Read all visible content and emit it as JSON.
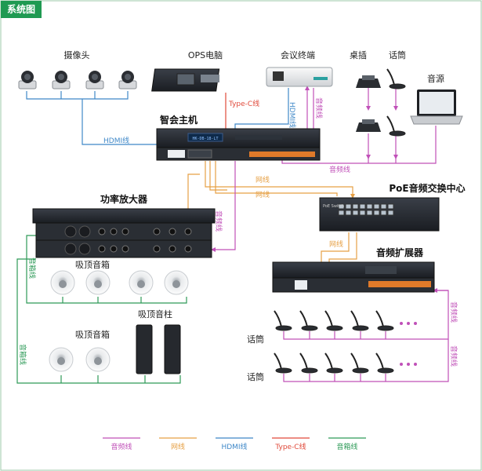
{
  "title": "系统图",
  "colors": {
    "audio": "#c050b8",
    "network": "#e6a045",
    "hdmi": "#3f88c8",
    "typec": "#e0493a",
    "speaker": "#2e9a58",
    "title_bg": "#1f9a52"
  },
  "devices": {
    "camera": "摄像头",
    "ops": "OPS电脑",
    "terminal": "会议终端",
    "desk_socket": "桌插",
    "mic": "话筒",
    "audio_source": "音源",
    "host": "智会主机",
    "amplifier": "功率放大器",
    "poe_switch": "PoE音频交换中心",
    "audio_expander": "音频扩展器",
    "ceiling_speaker_a": "吸顶音箱",
    "ceiling_speaker_b": "吸顶音箱",
    "column_speaker": "吸顶音柱",
    "mic_row_1": "话筒",
    "mic_row_2": "话筒"
  },
  "cable_labels": {
    "hdmi": "HDMI线",
    "typec": "Type-C线",
    "hdmi_terminal": "HDMI线",
    "audio_terminal": "音频线",
    "audio_main": "音频线",
    "network_1": "网线",
    "network_2": "网线",
    "network_3": "网线",
    "audio_amp": "音频线",
    "speaker_1": "音箱线",
    "speaker_2": "音箱线",
    "audio_exp": "音频线",
    "audio_exp2": "音频线"
  },
  "device_text": {
    "poe_brand": "PoE Switch",
    "host_display": "HK-DB-18-LT"
  },
  "legend": [
    {
      "label": "音频线",
      "color": "#c050b8"
    },
    {
      "label": "网线",
      "color": "#e6a045"
    },
    {
      "label": "HDMI线",
      "color": "#3f88c8"
    },
    {
      "label": "Type-C线",
      "color": "#e0493a"
    },
    {
      "label": "音箱线",
      "color": "#2e9a58"
    }
  ]
}
